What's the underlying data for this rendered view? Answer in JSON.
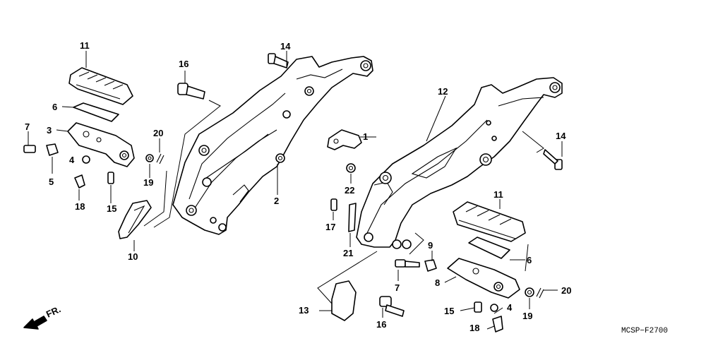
{
  "diagram": {
    "code": "MCSP−F2700",
    "front_label": "FR.",
    "callouts": {
      "c1": "1",
      "c2": "2",
      "c3": "3",
      "c4a": "4",
      "c4b": "4",
      "c5": "5",
      "c6a": "6",
      "c6b": "6",
      "c7a": "7",
      "c7b": "7",
      "c8": "8",
      "c9": "9",
      "c10": "10",
      "c11a": "11",
      "c11b": "11",
      "c12": "12",
      "c13": "13",
      "c14a": "14",
      "c14b": "14",
      "c15a": "15",
      "c15b": "15",
      "c16a": "16",
      "c16b": "16",
      "c17": "17",
      "c18a": "18",
      "c18b": "18",
      "c19a": "19",
      "c19b": "19",
      "c20a": "20",
      "c20b": "20",
      "c21": "21",
      "c22": "22"
    }
  }
}
